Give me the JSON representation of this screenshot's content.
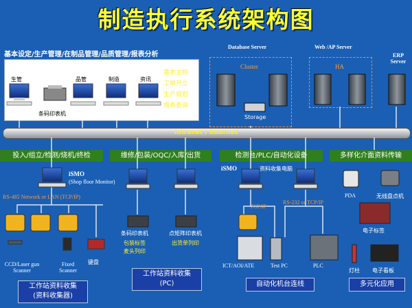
{
  "title": "制造执行系统架构图",
  "top_caption": "基本设定/生产管理/在制品管理/品质管理/报表分析",
  "station_labels": [
    "生管",
    "品管",
    "制造",
    "资讯"
  ],
  "barcode_printer_label": "条码印表机",
  "function_list": [
    "基本主档",
    "工单开立",
    "生产规划",
    "报表查询"
  ],
  "servers": {
    "database": "Database Server",
    "web": "Web /AP Server",
    "erp": "ERP Server",
    "cluster": "Cluster",
    "storage": "Storage",
    "ha": "HA"
  },
  "network": "Intranet / Internet",
  "bands": {
    "b1": "投入/组立/检测/烧机/终检",
    "b2": "维修/包装/OQC/入库/出货",
    "b3": "检测台/PLC/自动化设备",
    "b4": "多样化介面资料传输"
  },
  "ismo1": "iSMO",
  "ismo1_sub": "(Shop floor Monitor)",
  "rs485": "RS-485 Network or LAN (TCP/IP)",
  "device_labels": {
    "ccd": "CCD/Laser gun Scanner",
    "fixed": "Fixed Scanner",
    "keypad": "键盘"
  },
  "foot1_line1": "工作站资料收集",
  "foot1_line2": "(资料收集器)",
  "printers": {
    "barcode": "条码印表机",
    "dot": "点矩阵印表机",
    "pack": "包装标签",
    "box": "麦头列印",
    "ship": "出货单列印"
  },
  "foot2_line1": "工作站资料收集",
  "foot2_line2": "(PC)",
  "ismo2": "iSMO",
  "collector_pc": "资料收集电脑",
  "tcpip": "TCP/IP",
  "rs232": "RS-232 or TCP/IP",
  "equip": {
    "ict": "ICT/AOI/ATE",
    "testpc": "Test PC",
    "plc": "PLC"
  },
  "foot3": "自动化机台连线",
  "multi": {
    "pda": "PDA",
    "wireless": "无线盘点机",
    "etag": "电子标签",
    "lamp": "灯柱",
    "board": "电子看板"
  },
  "foot4": "多元化应用",
  "colors": {
    "background": "#1a5fb4",
    "title": "#ffff33",
    "band": "#2f7f1e",
    "highlight": "#ffee33",
    "dashed_box": "#ff8833"
  }
}
